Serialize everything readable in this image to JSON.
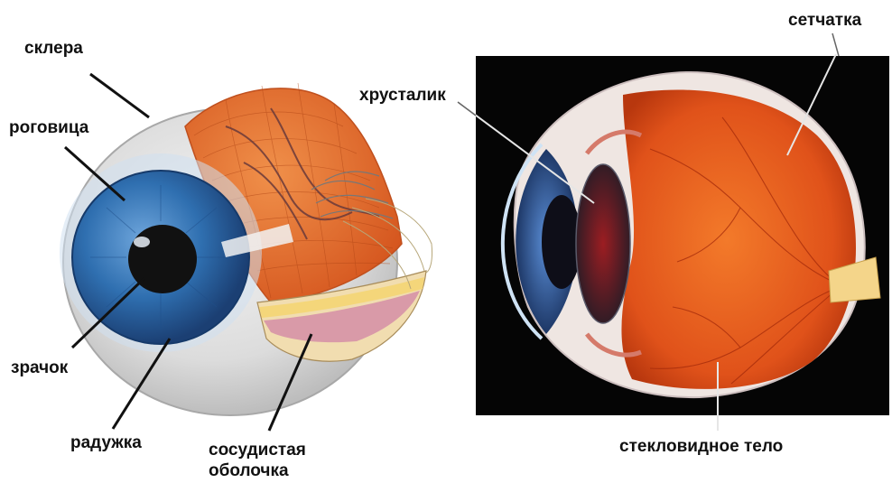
{
  "left_diagram": {
    "labels": {
      "sclera": "склера",
      "cornea": "роговица",
      "pupil": "зрачок",
      "iris": "радужка",
      "choroid_line1": "сосудистая",
      "choroid_line2": "оболочка"
    }
  },
  "right_diagram": {
    "labels": {
      "lens": "хрусталик",
      "retina": "сетчатка",
      "vitreous": "стекловидное тело"
    }
  },
  "colors": {
    "background": "#ffffff",
    "photo_background": "#050505",
    "iris_blue": "#2f6fb0",
    "retina_orange": "#e85a1c",
    "leader_dark": "#111111",
    "leader_light": "#e8e8e8"
  }
}
